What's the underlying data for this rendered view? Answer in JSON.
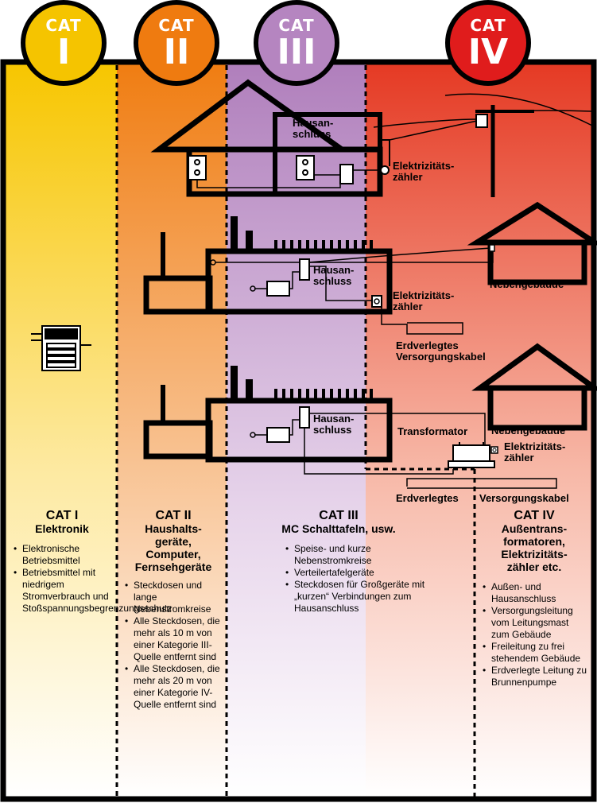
{
  "badges": [
    {
      "cat": "CAT",
      "num": "I",
      "color": "#f5c400"
    },
    {
      "cat": "CAT",
      "num": "II",
      "color": "#ef7b10"
    },
    {
      "cat": "CAT",
      "num": "III",
      "color": "#b585c0"
    },
    {
      "cat": "CAT",
      "num": "IV",
      "color": "#e01c1c"
    }
  ],
  "diagram_labels": {
    "hausanschluss_1": "Hausan-\nschluss",
    "zaehler_1": "Elektrizitäts-\nzähler",
    "hausanschluss_2": "Hausan-\nschluss",
    "zaehler_2": "Elektrizitäts-\nzähler",
    "nebengebaeude_1": "Nebengebäude",
    "kabel_1": "Erdverlegtes\nVersorgungskabel",
    "hausanschluss_3": "Hausan-\nschluss",
    "transformator": "Transformator",
    "nebengebaeude_2": "Nebengebäude",
    "zaehler_3": "Elektrizitäts-\nzähler",
    "kabel_2a": "Erdverlegtes",
    "kabel_2b": "Versorgungskabel"
  },
  "columns": {
    "cat1": {
      "title": "CAT I",
      "subtitle": "Elektronik",
      "items": [
        "Elektronische Betriebsmittel",
        "Betriebsmittel mit niedrigem Stromverbrauch und Stoßspannungsbegrenzungsschutz"
      ]
    },
    "cat2": {
      "title": "CAT II",
      "subtitle": "Haushalts-\ngeräte,\nComputer,\nFernsehgeräte",
      "items": [
        "Steckdosen und lange Nebenstromkreise",
        "Alle Steckdosen, die mehr als 10 m von einer Kategorie III-Quelle entfernt sind",
        "Alle Steckdosen, die mehr als 20 m von einer Kategorie IV-Quelle entfernt sind"
      ]
    },
    "cat3": {
      "title": "CAT III",
      "subtitle": "MC Schalttafeln, usw.",
      "items": [
        "Speise- und kurze Nebenstromkreise",
        "Verteilertafelgeräte",
        "Steckdosen für Großgeräte mit „kurzen“ Verbindungen zum Hausanschluss"
      ]
    },
    "cat4": {
      "title": "CAT IV",
      "subtitle": "Außentrans-\nformatoren,\nElektrizitäts-\nzähler etc.",
      "items": [
        "Außen- und Hausanschluss",
        "Versorgungsleitung vom Leitungsmast zum Gebäude",
        "Freileitung zu frei stehendem Gebäude",
        "Erdverlegte Leitung zu Brunnenpumpe"
      ]
    }
  }
}
